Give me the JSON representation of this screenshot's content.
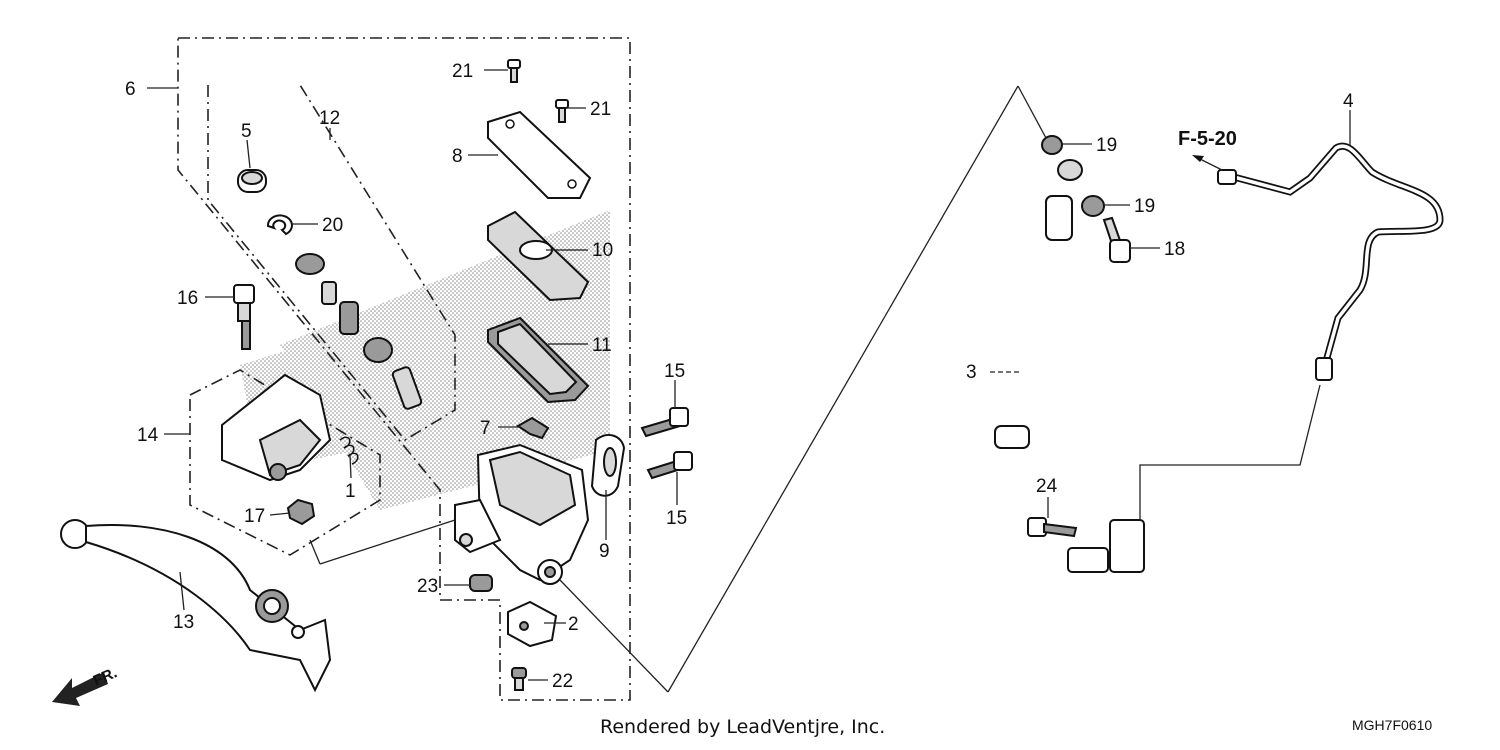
{
  "diagram": {
    "callouts": [
      {
        "id": "c1",
        "text": "1"
      },
      {
        "id": "c2",
        "text": "2"
      },
      {
        "id": "c3",
        "text": "3"
      },
      {
        "id": "c4",
        "text": "4"
      },
      {
        "id": "c5",
        "text": "5"
      },
      {
        "id": "c6",
        "text": "6"
      },
      {
        "id": "c7",
        "text": "7"
      },
      {
        "id": "c8",
        "text": "8"
      },
      {
        "id": "c9",
        "text": "9"
      },
      {
        "id": "c10",
        "text": "10"
      },
      {
        "id": "c11",
        "text": "11"
      },
      {
        "id": "c12",
        "text": "12"
      },
      {
        "id": "c13",
        "text": "13"
      },
      {
        "id": "c14",
        "text": "14"
      },
      {
        "id": "c15a",
        "text": "15"
      },
      {
        "id": "c15b",
        "text": "15"
      },
      {
        "id": "c16",
        "text": "16"
      },
      {
        "id": "c17",
        "text": "17"
      },
      {
        "id": "c18",
        "text": "18"
      },
      {
        "id": "c19a",
        "text": "19"
      },
      {
        "id": "c19b",
        "text": "19"
      },
      {
        "id": "c20",
        "text": "20"
      },
      {
        "id": "c21a",
        "text": "21"
      },
      {
        "id": "c21b",
        "text": "21"
      },
      {
        "id": "c22",
        "text": "22"
      },
      {
        "id": "c23",
        "text": "23"
      },
      {
        "id": "c24",
        "text": "24"
      }
    ],
    "reference_label": "F-5-20",
    "direction_label": "FR.",
    "credit": "Rendered by LeadVentjre, Inc.",
    "diagram_code": "MGH7F0610"
  }
}
